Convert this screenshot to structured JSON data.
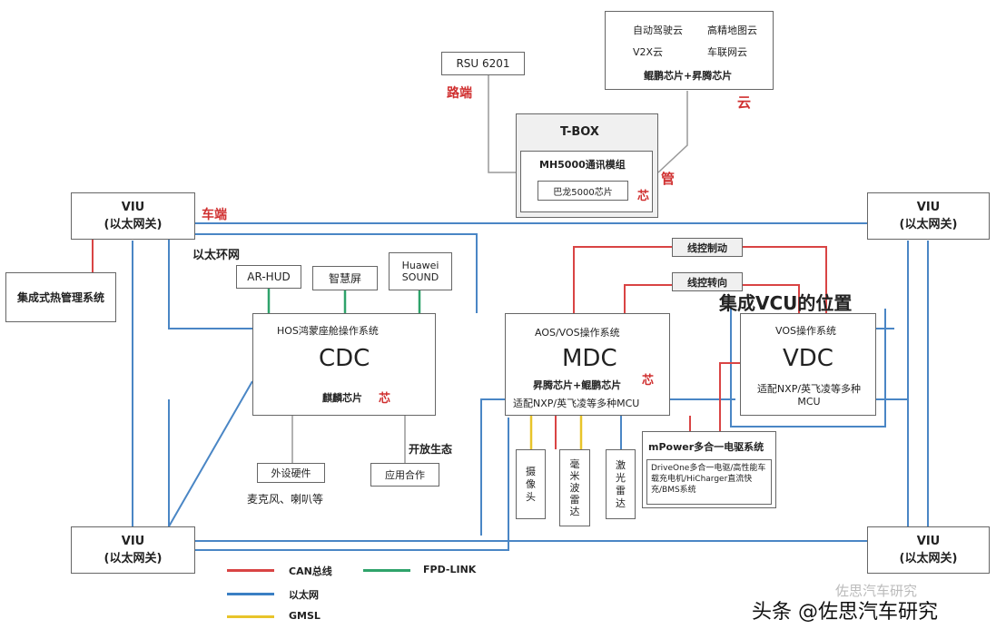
{
  "viu": {
    "title": "VIU",
    "sub": "(以太网关)"
  },
  "rsu": {
    "label": "RSU 6201"
  },
  "cloud": {
    "items": [
      "自动驾驶云",
      "高精地图云",
      "V2X云",
      "车联网云"
    ],
    "chip": "鲲鹏芯片+昇腾芯片",
    "tag": "云"
  },
  "tags": {
    "road": "路端",
    "pipe": "管",
    "vehicle": "车端",
    "ethernet_ring": "以太环网",
    "open_ecosystem": "开放生态"
  },
  "tbox": {
    "title": "T-BOX",
    "modem": "MH5000通讯模组",
    "chip": "巴龙5000芯片"
  },
  "thermal": {
    "label": "集成式热管理系统"
  },
  "cdc_peripherals": {
    "ar_hud": "AR-HUD",
    "smart_screen": "智慧屏",
    "huawei_sound": "Huawei SOUND"
  },
  "cdc": {
    "os": "HOS鸿蒙座舱操作系统",
    "name": "CDC",
    "chip": "麒麟芯片"
  },
  "mdc": {
    "os": "AOS/VOS操作系统",
    "name": "MDC",
    "chip": "昇腾芯片+鲲鹏芯片",
    "mcu": "适配NXP/英飞凌等多种MCU"
  },
  "vdc": {
    "os": "VOS操作系统",
    "name": "VDC",
    "mcu": "适配NXP/英飞凌等多种MCU"
  },
  "brake": "线控制动",
  "steer": "线控转向",
  "vcu_note": "集成VCU的位置",
  "external_device": {
    "label": "外设硬件",
    "sub": "麦克风、喇叭等"
  },
  "app_partner": "应用合作",
  "sensors": {
    "camera": "摄像头",
    "mmwave": "毫米波雷达",
    "lidar": "激光雷达"
  },
  "mpower": {
    "title": "mPower多合一电驱系统",
    "desc": "DriveOne多合一电驱/高性能车载充电机/HiCharger直流快充/BMS系统"
  },
  "chip_icon": "芯",
  "legend": [
    {
      "label": "CAN总线",
      "color": "#d94444"
    },
    {
      "label": "FPD-LINK",
      "color": "#2fa36b"
    },
    {
      "label": "以太网",
      "color": "#3a7fc4"
    },
    {
      "label": "GMSL",
      "color": "#e8c42a"
    }
  ],
  "watermark": {
    "line1": "佐思汽车研究",
    "line2": "头条 @佐思汽车研究"
  },
  "colors": {
    "can": "#d94444",
    "eth": "#3a7fc4",
    "fpd": "#2fa36b",
    "gmsl": "#e8c42a",
    "gray": "#999999"
  }
}
